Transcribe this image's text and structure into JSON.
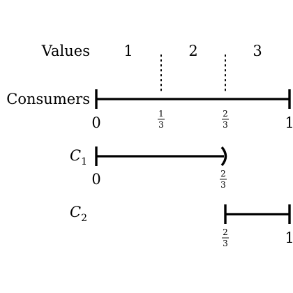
{
  "header": {
    "values_label": "Values",
    "value_1": "1",
    "value_2": "2",
    "value_3": "3"
  },
  "consumers": {
    "label": "Consumers",
    "start_label": "0",
    "one_third": {
      "num": "1",
      "den": "3"
    },
    "two_thirds": {
      "num": "2",
      "den": "3"
    },
    "end_label": "1"
  },
  "c1": {
    "label_main": "C",
    "label_sub": "1",
    "start_label": "0",
    "end_frac": {
      "num": "2",
      "den": "3"
    }
  },
  "c2": {
    "label_main": "C",
    "label_sub": "2",
    "start_frac": {
      "num": "2",
      "den": "3"
    },
    "end_label": "1"
  }
}
